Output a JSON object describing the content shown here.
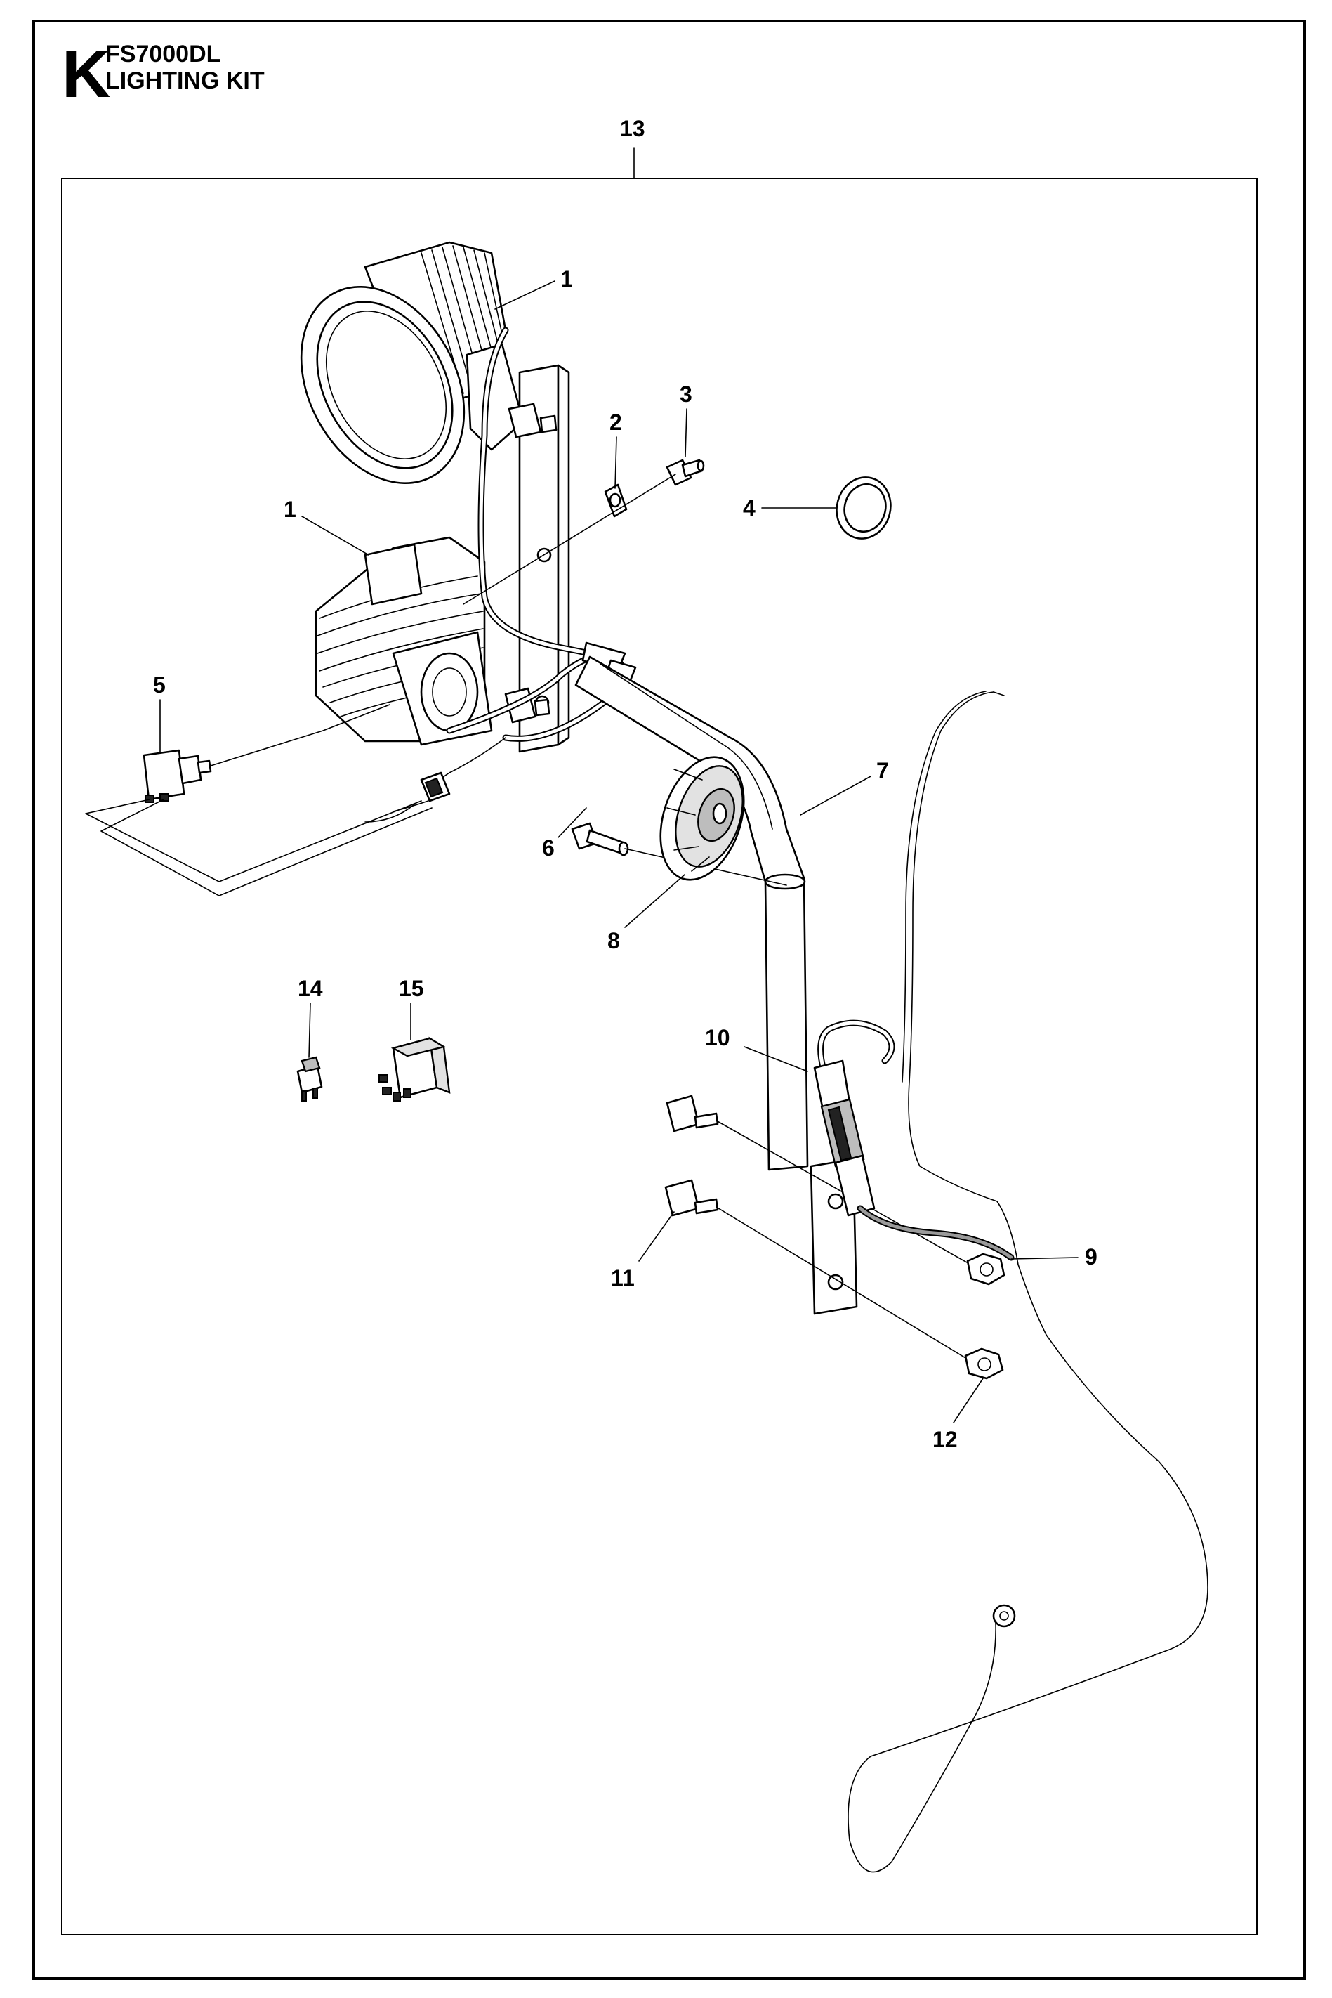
{
  "header": {
    "section_letter": "K",
    "model": "FS7000DL",
    "title": "LIGHTING KIT"
  },
  "callouts": [
    {
      "id": "13",
      "label": "13"
    },
    {
      "id": "1a",
      "label": "1"
    },
    {
      "id": "2",
      "label": "2"
    },
    {
      "id": "3",
      "label": "3"
    },
    {
      "id": "4",
      "label": "4"
    },
    {
      "id": "1b",
      "label": "1"
    },
    {
      "id": "5",
      "label": "5"
    },
    {
      "id": "7",
      "label": "7"
    },
    {
      "id": "6",
      "label": "6"
    },
    {
      "id": "8",
      "label": "8"
    },
    {
      "id": "14",
      "label": "14"
    },
    {
      "id": "15",
      "label": "15"
    },
    {
      "id": "10",
      "label": "10"
    },
    {
      "id": "9",
      "label": "9"
    },
    {
      "id": "11",
      "label": "11"
    },
    {
      "id": "12",
      "label": "12"
    }
  ]
}
